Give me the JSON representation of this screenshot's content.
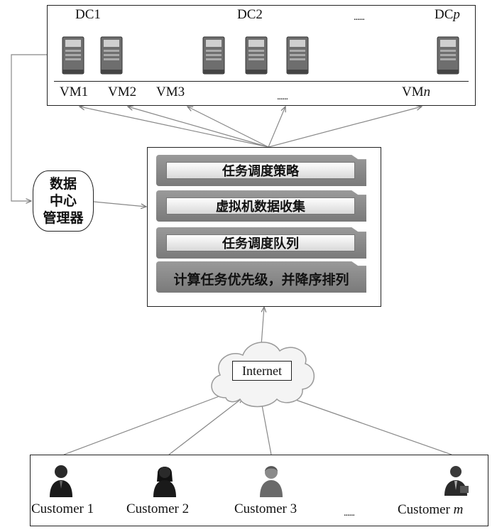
{
  "datacenters": {
    "dc1": "DC1",
    "dc2": "DC2",
    "dcp_prefix": "DC",
    "dcp_suffix": "p",
    "ellipsis": "......"
  },
  "vms": {
    "vm1": "VM1",
    "vm2": "VM2",
    "vm3": "VM3",
    "vmn_prefix": "VM",
    "vmn_suffix": "n",
    "ellipsis": "......"
  },
  "manager": {
    "line1": "数据",
    "line2": "中心",
    "line3": "管理器"
  },
  "scheduler": {
    "steps": [
      "任务调度策略",
      "虚拟机数据收集",
      "任务调度队列",
      "计算任务优先级，并降序排列"
    ]
  },
  "internet": {
    "label": "Internet"
  },
  "customers": {
    "c1": "Customer 1",
    "c2": "Customer 2",
    "c3": "Customer 3",
    "cm_prefix": "Customer ",
    "cm_suffix": "m",
    "ellipsis": "......"
  },
  "colors": {
    "line": "#888888",
    "box_border": "#222222",
    "band_dark": "#8a8a8a"
  }
}
